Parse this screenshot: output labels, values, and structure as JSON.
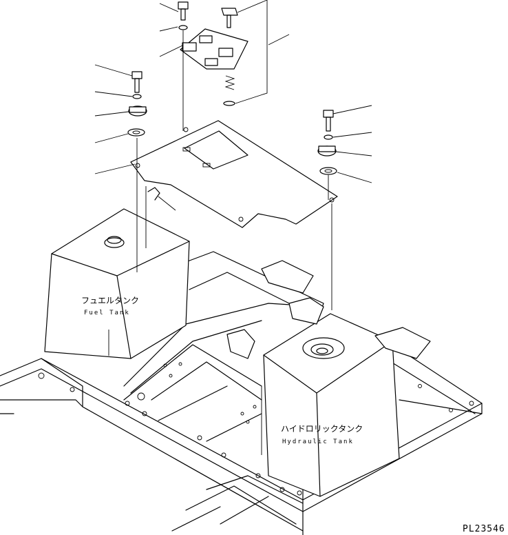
{
  "labels": {
    "fuel_tank_jp": "フュエルタンク",
    "fuel_tank_en": "Fuel Tank",
    "hydraulic_tank_jp": "ハイドロリックタンク",
    "hydraulic_tank_en": "Hydraulic Tank"
  },
  "drawing_code": "PL23546"
}
